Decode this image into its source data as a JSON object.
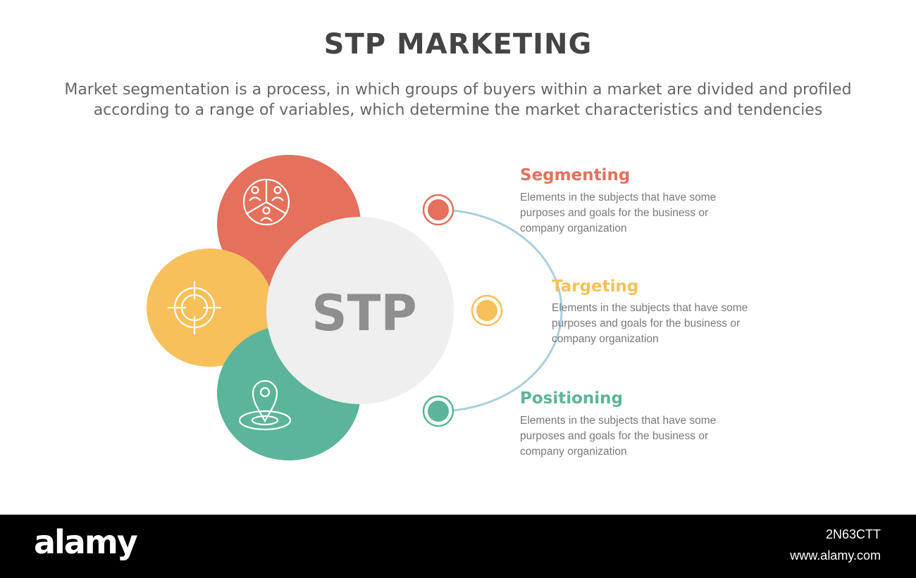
{
  "header": {
    "title": "STP MARKETING",
    "subtitle": "Market segmentation is a process, in which groups of buyers within a market are divided and profiled according to a range of variables, which determine the market characteristics and tendencies"
  },
  "center": {
    "label": "STP",
    "color": "#efefef",
    "text_color": "#8f8f8f"
  },
  "connector_color": "#a9cfe0",
  "stages": [
    {
      "title": "Segmenting",
      "description": "Elements in the subjects that have some purposes and goals for the business or company organization",
      "color": "#e5705b",
      "icon": "segmentation-people-icon"
    },
    {
      "title": "Targeting",
      "description": "Elements in the subjects that have some purposes and goals for the business or company organization",
      "color": "#f8c05a",
      "icon": "target-crosshair-icon"
    },
    {
      "title": "Positioning",
      "description": "Elements in the subjects that have some purposes and goals for the business or company organization",
      "color": "#5bb59a",
      "icon": "location-pin-icon"
    }
  ],
  "footer": {
    "logo": "alamy",
    "image_id": "2N63CTT",
    "site": "www.alamy.com"
  }
}
